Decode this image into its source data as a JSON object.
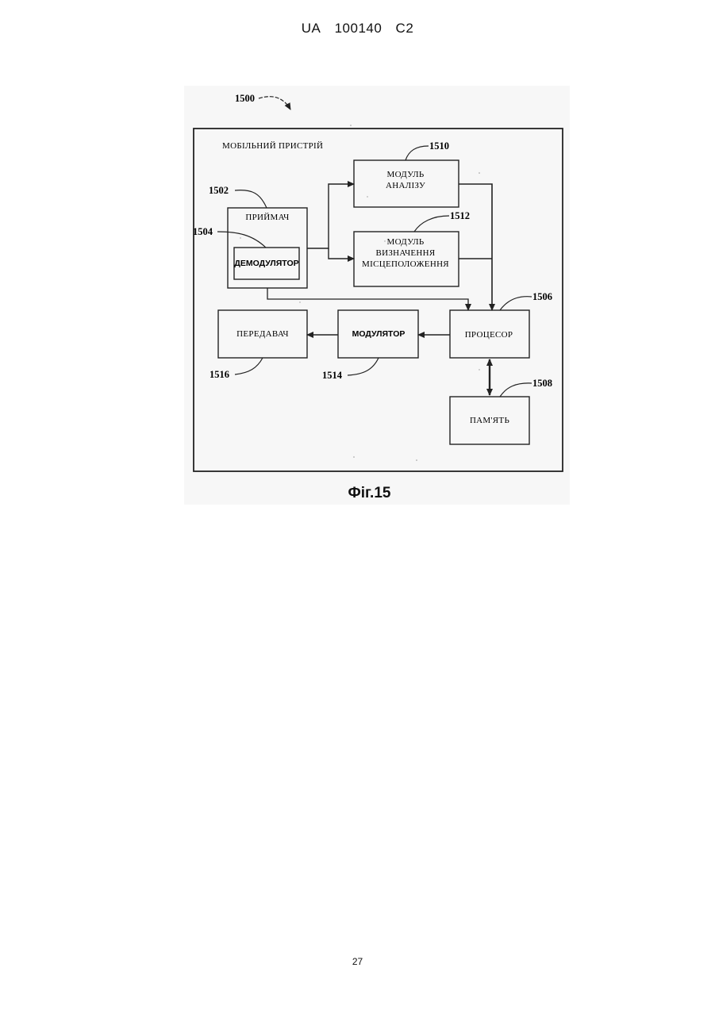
{
  "header": {
    "country": "UA",
    "number": "100140",
    "kind": "C2"
  },
  "diagram": {
    "device_ref": "1500",
    "device_label": "МОБІЛЬНИЙ ПРИСТРІЙ",
    "receiver": {
      "ref": "1502",
      "label": "ПРИЙМАЧ"
    },
    "demodulator": {
      "ref": "1504",
      "label": "ДЕМОДУЛЯТОР"
    },
    "analysis_module": {
      "ref": "1510",
      "line1": "МОДУЛЬ",
      "line2": "АНАЛІЗУ"
    },
    "location_module": {
      "ref": "1512",
      "line1": "МОДУЛЬ",
      "line2": "ВИЗНАЧЕННЯ",
      "line3": "МІСЦЕПОЛОЖЕННЯ"
    },
    "processor": {
      "ref": "1506",
      "label": "ПРОЦЕСОР"
    },
    "memory": {
      "ref": "1508",
      "label": "ПАМ'ЯТЬ"
    },
    "modulator": {
      "ref": "1514",
      "label": "МОДУЛЯТОР"
    },
    "transmitter": {
      "ref": "1516",
      "label": "ПЕРЕДАВАЧ"
    }
  },
  "caption": "Фіг.15",
  "page_number": "27"
}
